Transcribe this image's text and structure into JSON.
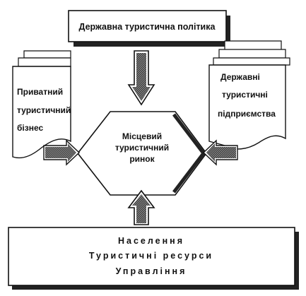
{
  "top_box": {
    "label": "Державна туристична політика"
  },
  "left_doc": {
    "lines": [
      "Приватний",
      "туристичний",
      "бізнес"
    ]
  },
  "right_doc": {
    "lines": [
      "Державні",
      "туристичні",
      "підприємства"
    ]
  },
  "center_hexagon": {
    "lines": [
      "Місцевий",
      "туристичний",
      "ринок"
    ]
  },
  "bottom_box": {
    "lines": [
      "Населення",
      "Туристичні ресурси",
      "Управління"
    ]
  },
  "colors": {
    "ink": "#111111",
    "shadow": "#222222",
    "paper": "#ffffff"
  }
}
